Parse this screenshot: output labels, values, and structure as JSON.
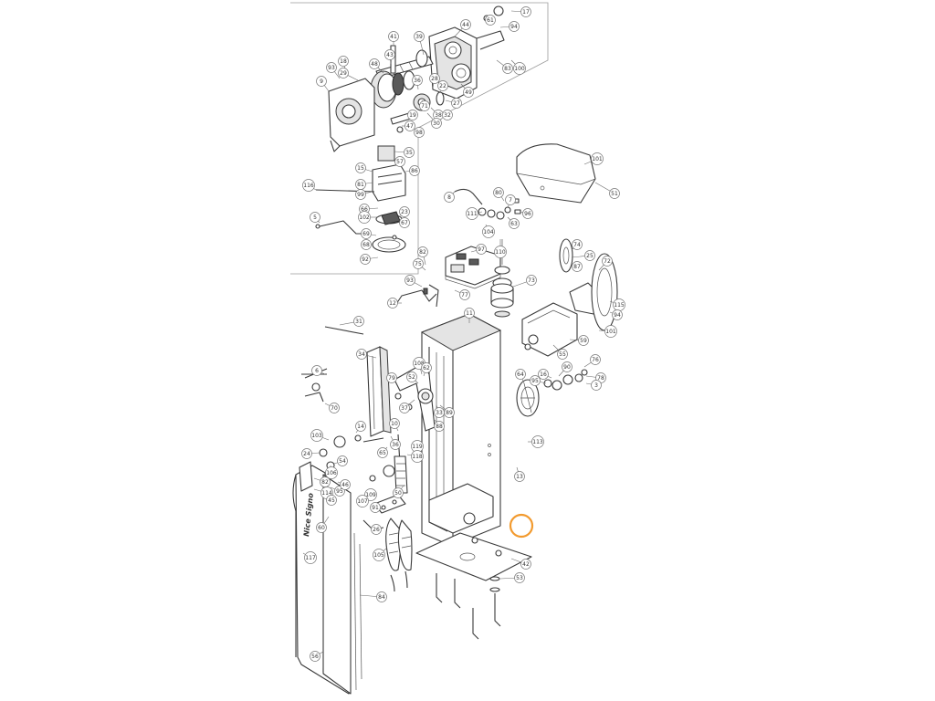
{
  "diagram": {
    "product_label": "Nice Signo",
    "highlight_color": "#f29a2e",
    "highlighted_part": "53",
    "callouts": [
      "44",
      "61",
      "17",
      "94",
      "41",
      "39",
      "29",
      "93",
      "18",
      "48",
      "43",
      "83",
      "100",
      "9",
      "36",
      "28",
      "71",
      "19",
      "49",
      "22",
      "27",
      "38",
      "32",
      "30",
      "98",
      "35",
      "47",
      "57",
      "15",
      "86",
      "81",
      "99",
      "116",
      "66",
      "102",
      "23",
      "5",
      "67",
      "69",
      "68",
      "92",
      "101",
      "51",
      "8",
      "80",
      "111",
      "7",
      "96",
      "63",
      "110",
      "104",
      "97",
      "82",
      "75",
      "74",
      "25",
      "87",
      "93",
      "73",
      "72",
      "115",
      "94",
      "31",
      "77",
      "34",
      "11",
      "12",
      "6",
      "108",
      "52",
      "62",
      "79",
      "55",
      "101",
      "59",
      "76",
      "90",
      "64",
      "95",
      "16",
      "78",
      "70",
      "37",
      "88",
      "89",
      "3",
      "33",
      "14",
      "103",
      "24",
      "10",
      "36",
      "65",
      "119",
      "117",
      "113",
      "60",
      "118",
      "13",
      "54",
      "82",
      "114",
      "95",
      "46",
      "109",
      "45",
      "107",
      "91",
      "106",
      "26",
      "50",
      "105",
      "56",
      "84",
      "42",
      "53"
    ]
  }
}
